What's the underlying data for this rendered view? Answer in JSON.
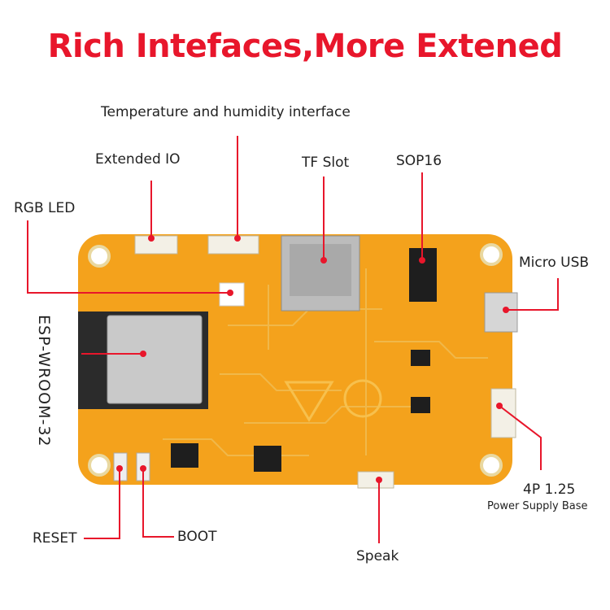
{
  "title": "Rich Intefaces,More Extened",
  "labels": {
    "temp_humidity": "Temperature and humidity interface",
    "extended_io": "Extended IO",
    "tf_slot": "TF Slot",
    "sop16": "SOP16",
    "rgb_led": "RGB LED",
    "micro_usb": "Micro USB",
    "esp_module": "ESP-WROOM-32",
    "pin4_125": "4P 1.25",
    "power_supply_base": "Power Supply Base",
    "reset": "RESET",
    "boot": "BOOT",
    "speak": "Speak"
  },
  "colors": {
    "title": "#e8162b",
    "pcb": "#f4a21c",
    "pcb_trace": "#f0b84a",
    "leader": "#e8162b",
    "module": "#2b2b2b",
    "shield": "#c9c9c9"
  }
}
